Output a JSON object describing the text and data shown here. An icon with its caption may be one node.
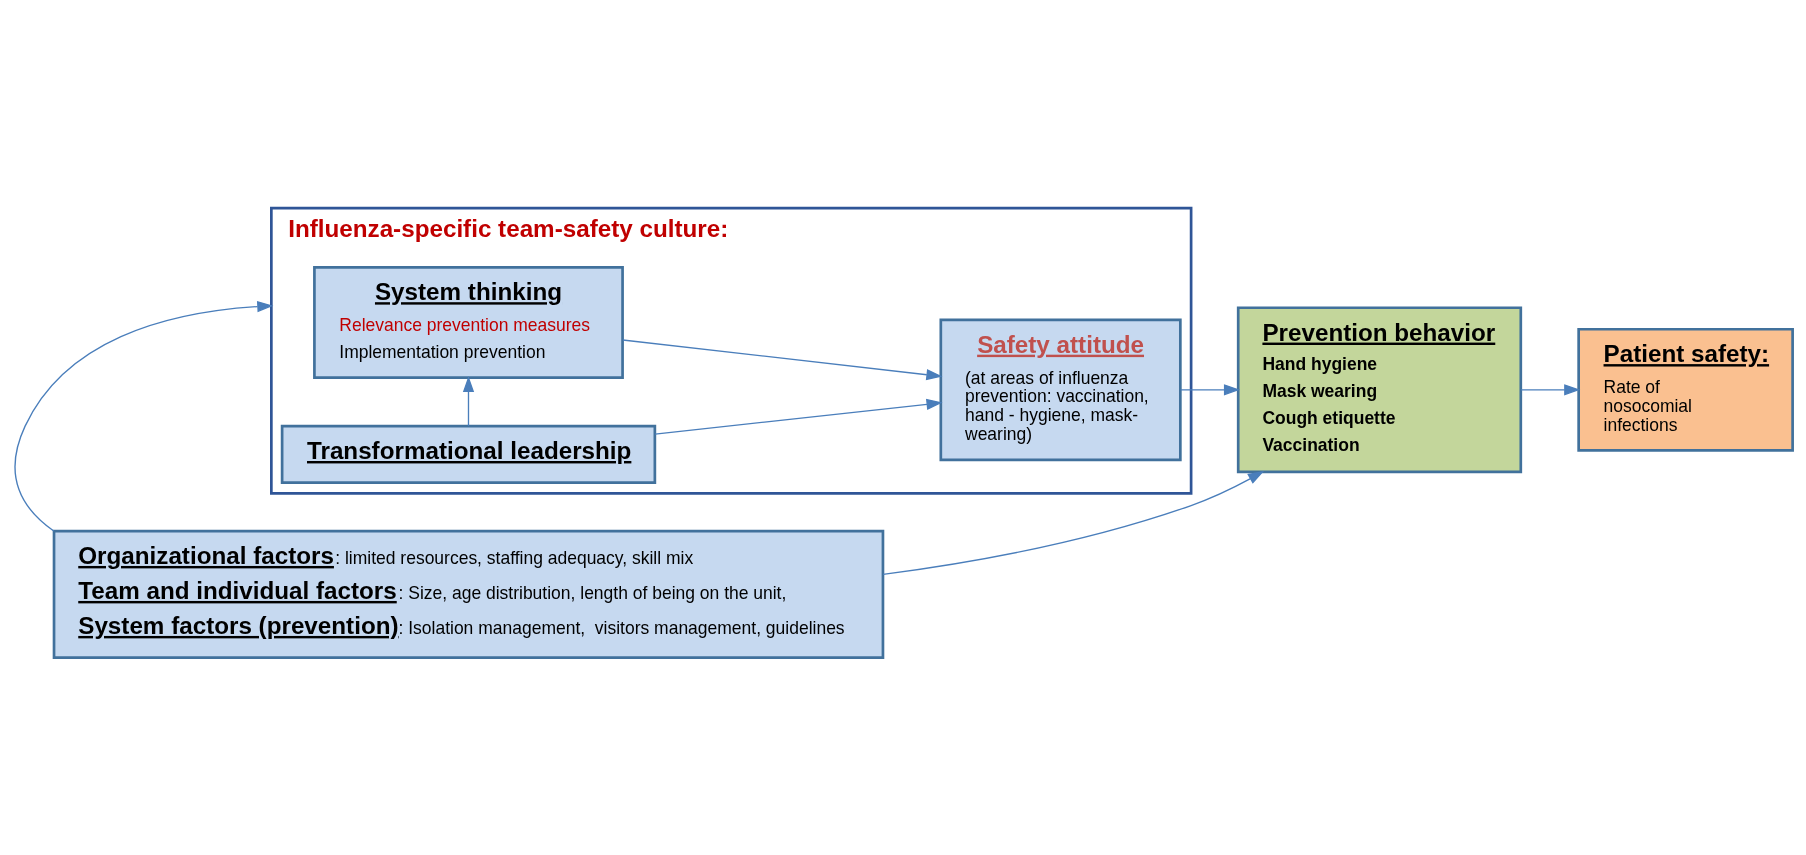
{
  "diagram": {
    "nodes": [
      {
        "text": [
          "Influenza-specific team-safety culture:"
        ]
      },
      {
        "text": [
          "System thinking",
          "Relevance prevention measures",
          "Implementation prevention"
        ],
        "in": 0
      },
      {
        "text": [
          "Transformational leadership"
        ],
        "in": 0
      },
      {
        "text": [
          "Safety attitude",
          "(at areas of influenza prevention: vaccination, hand - hygiene, mask-wearing)"
        ],
        "in": 0
      },
      {
        "text": [
          "Prevention behavior",
          "Hand hygiene",
          "Mask wearing",
          "Cough etiquette",
          "Vaccination"
        ]
      },
      {
        "text": [
          "Patient safety:",
          "Rate of nosocomial infections"
        ]
      },
      {
        "text": [
          "Organizational factors",
          ": limited resources, staffing adequacy, skill mix",
          "Team and individual factors",
          ": Size, age distribution, length of being on the unit,",
          "System factors (prevention)",
          ": Isolation management,  visitors management, guidelines"
        ]
      }
    ],
    "edges": [
      {
        "from": 1,
        "to": 3,
        "arrow": "to"
      },
      {
        "from": 2,
        "to": 1,
        "arrow": "to"
      },
      {
        "from": 2,
        "to": 3,
        "arrow": "to"
      },
      {
        "from": 3,
        "to": 4,
        "arrow": "to"
      },
      {
        "from": 4,
        "to": 5,
        "arrow": "to"
      },
      {
        "from": 6,
        "to": 0,
        "arrow": "to"
      },
      {
        "from": 6,
        "to": 4,
        "arrow": "to"
      }
    ]
  }
}
